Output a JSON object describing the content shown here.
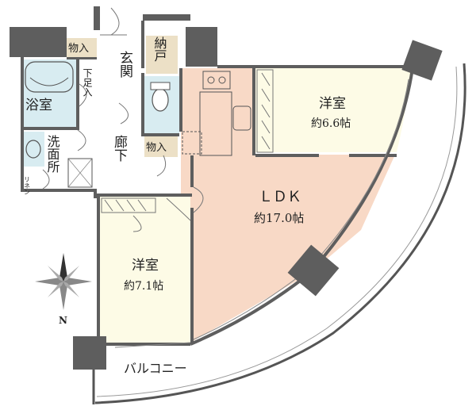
{
  "rooms": {
    "bath": "浴室",
    "storage_top": "物入",
    "storage_mid": "物入",
    "shoe_closet": "下足入",
    "genkan": "玄関",
    "nando": "納戸",
    "western_a": "洋室",
    "western_a_size": "約6.6帖",
    "washroom": "洗面所",
    "hallway": "廊下",
    "linen": "リネン",
    "ldk": "ＬＤＫ",
    "ldk_size": "約17.0帖",
    "western_b": "洋室",
    "western_b_size": "約7.1帖",
    "balcony": "バルコニー"
  },
  "compass": {
    "north": "N"
  },
  "colors": {
    "wall": "#5e5e5e",
    "ldk_floor": "#f8d9c6",
    "room_floor": "#fdfbe6",
    "wet_floor": "#d8ecf1",
    "nando_floor": "#ece0c6",
    "line": "#555555"
  }
}
